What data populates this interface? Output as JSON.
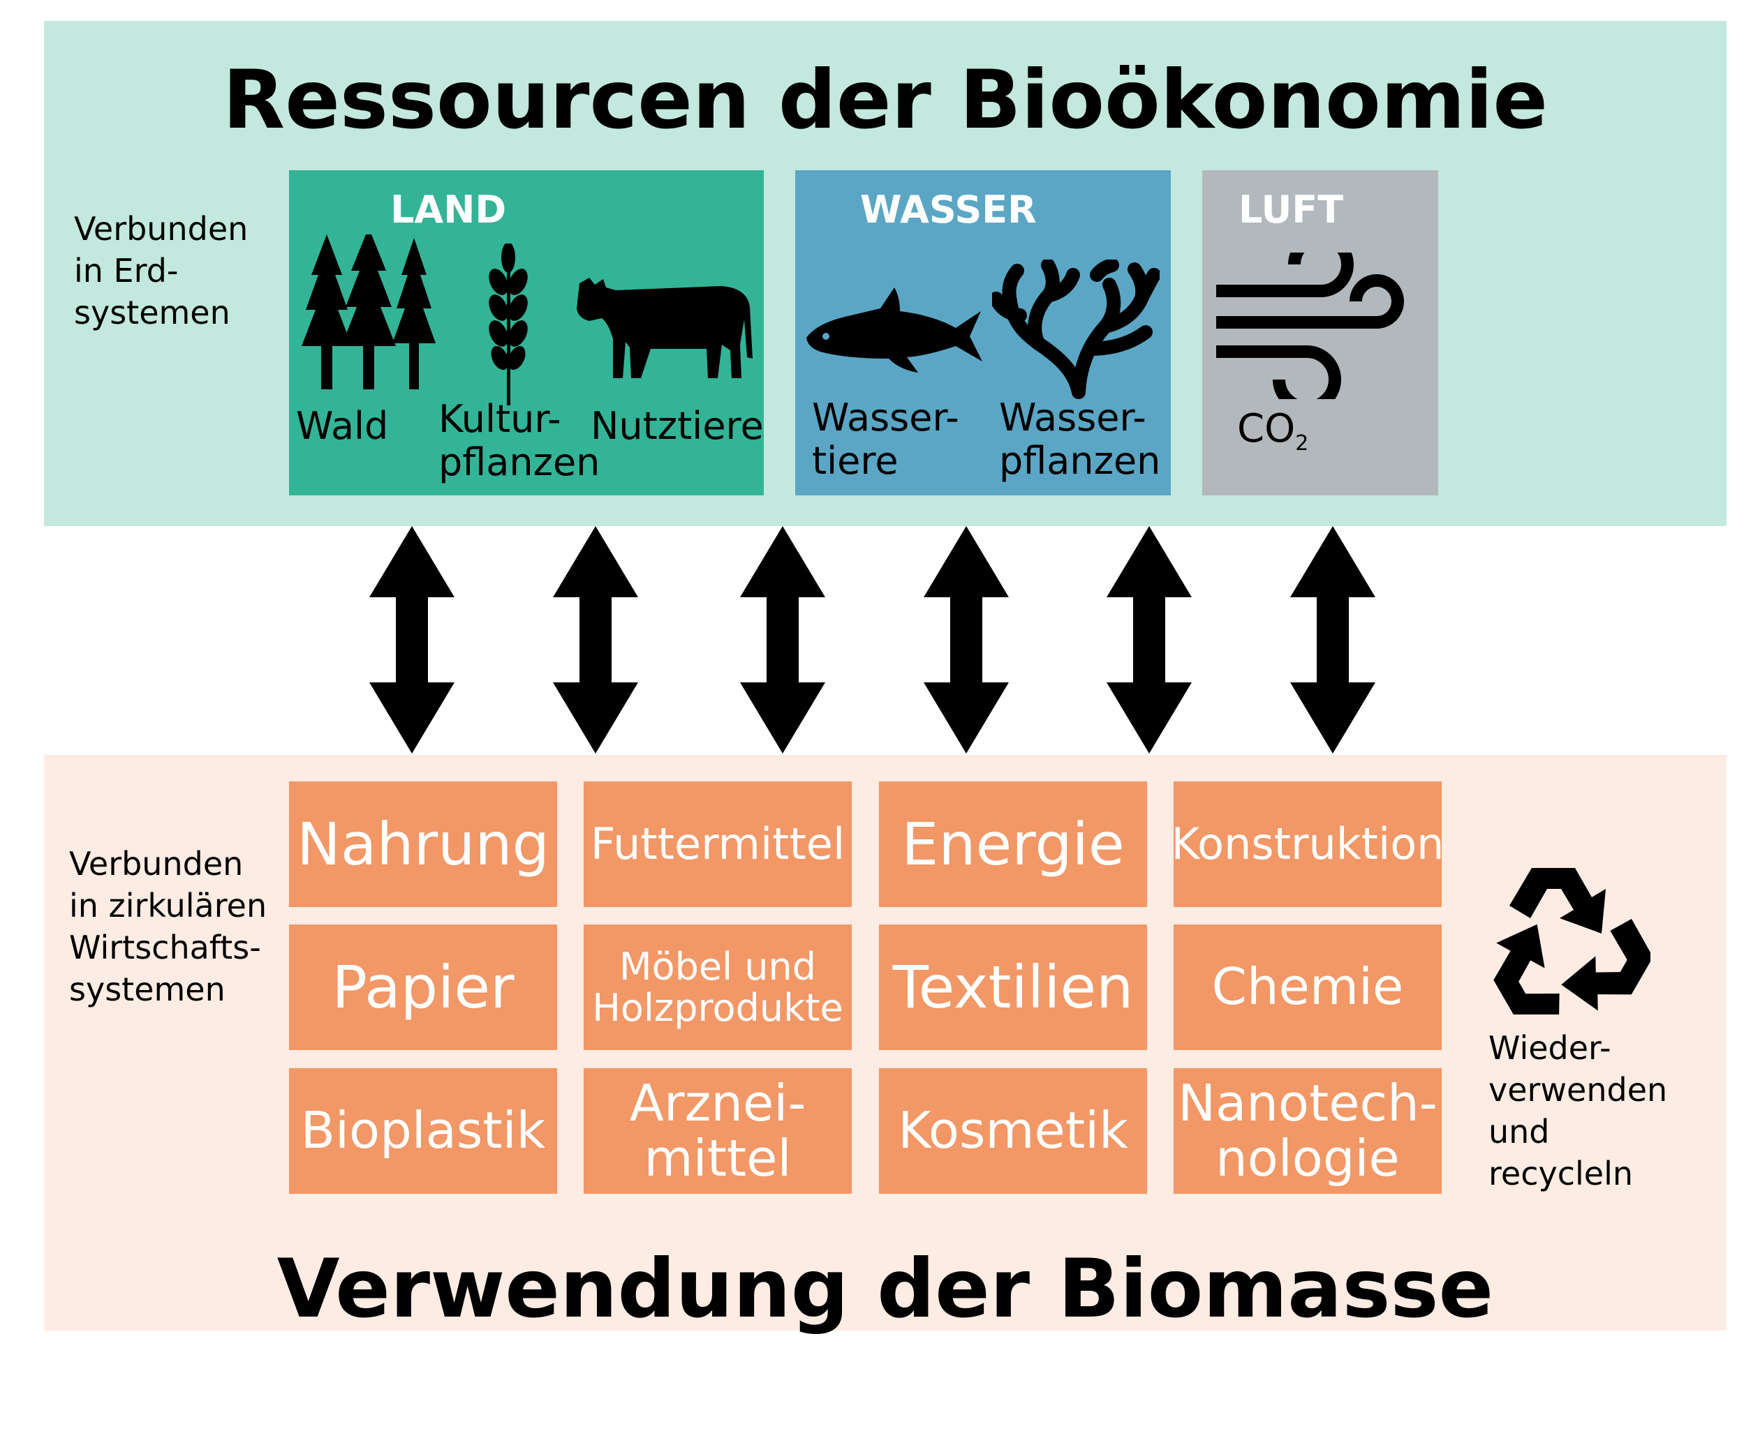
{
  "header": {
    "title": "Ressourcen der Bioökonomie"
  },
  "footer": {
    "title": "Verwendung der Biomasse"
  },
  "side_notes": {
    "earth": "Verbunden\nin Erd-\nsystemen",
    "economy": "Verbunden\nin zirkulären\nWirtschafts-\nsystemen",
    "recycle": "Wieder-\nverwenden\nund\nrecycleln"
  },
  "resources": {
    "land": {
      "heading": "LAND",
      "wald": "Wald",
      "kultur": "Kultur-\npflanzen",
      "nutztiere": "Nutztiere"
    },
    "wasser": {
      "heading": "WASSER",
      "tiere": "Wasser-\ntiere",
      "pflanzen": "Wasser-\npflanzen"
    },
    "luft": {
      "heading": "LUFT",
      "co2_main": "CO",
      "co2_sub": "2"
    }
  },
  "uses": {
    "row1": [
      "Nahrung",
      "Futtermittel",
      "Energie",
      "Konstruktion"
    ],
    "row2": [
      "Papier",
      "Möbel und\nHolzprodukte",
      "Textilien",
      "Chemie"
    ],
    "row3": [
      "Bioplastik",
      "Arznei-\nmittel",
      "Kosmetik",
      "Nanotech-\nnologie"
    ]
  },
  "colors": {
    "top_panel": "#c3e8de",
    "bottom_panel": "#fdece3",
    "land": "#33b497",
    "water": "#5ba6c5",
    "air": "#b3b8bd",
    "use_cell": "#f29766"
  },
  "icons": [
    "tree-icon",
    "wheat-icon",
    "cow-icon",
    "fish-icon",
    "coral-icon",
    "wind-icon",
    "recycle-icon",
    "double-arrow-icon"
  ]
}
